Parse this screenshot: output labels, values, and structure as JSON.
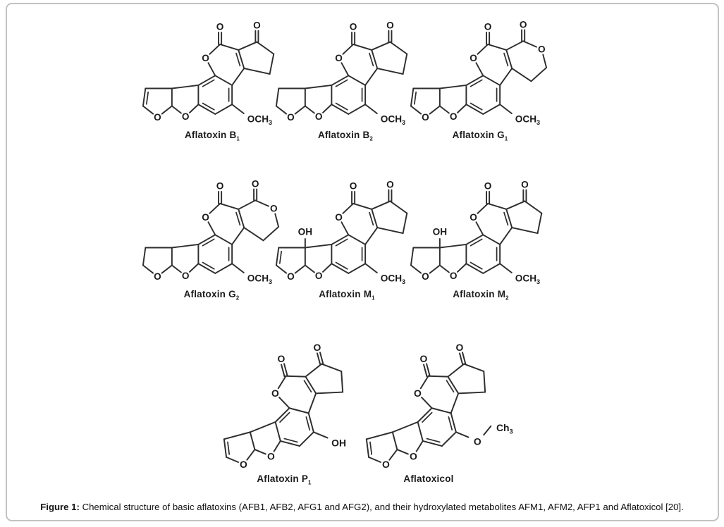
{
  "figure": {
    "caption": {
      "label": "Figure 1:",
      "text": " Chemical structure of basic aflatoxins (AFB1, AFB2, AFG1 and AFG2), and their hydroxylated metabolites AFM1, AFM2, AFP1 and Aflatoxicol [20]."
    }
  },
  "atoms": {
    "oxygen": "O",
    "hydroxyl": "OH",
    "methoxy_base": "OCH",
    "methoxy_sub": "3",
    "methyl_base": "Ch",
    "methyl_sub": "3"
  },
  "colors": {
    "bond": "#2e2e2e",
    "atom_text": "#1a1a1a",
    "border": "#c2c2c2",
    "background": "#ffffff"
  },
  "molecules": [
    {
      "id": "aflatoxin-b1",
      "label_name": "Aflatoxin B",
      "label_sub": "1",
      "right_ring": "cyclopentenone",
      "furan_double_bond": true,
      "junction_oh": false,
      "substituent": "OCH3"
    },
    {
      "id": "aflatoxin-b2",
      "label_name": "Aflatoxin B",
      "label_sub": "2",
      "right_ring": "cyclopentenone",
      "furan_double_bond": false,
      "junction_oh": false,
      "substituent": "OCH3"
    },
    {
      "id": "aflatoxin-g1",
      "label_name": "Aflatoxin G",
      "label_sub": "1",
      "right_ring": "lactone",
      "furan_double_bond": true,
      "junction_oh": false,
      "substituent": "OCH3"
    },
    {
      "id": "aflatoxin-g2",
      "label_name": "Aflatoxin G",
      "label_sub": "2",
      "right_ring": "lactone",
      "furan_double_bond": false,
      "junction_oh": false,
      "substituent": "OCH3"
    },
    {
      "id": "aflatoxin-m1",
      "label_name": "Aflatoxin M",
      "label_sub": "1",
      "right_ring": "cyclopentenone",
      "furan_double_bond": true,
      "junction_oh": true,
      "substituent": "OCH3"
    },
    {
      "id": "aflatoxin-m2",
      "label_name": "Aflatoxin M",
      "label_sub": "2",
      "right_ring": "cyclopentenone",
      "furan_double_bond": false,
      "junction_oh": true,
      "substituent": "OCH3"
    },
    {
      "id": "aflatoxin-p1",
      "label_name": "Aflatoxin P",
      "label_sub": "1",
      "right_ring": "cyclopentenone",
      "furan_double_bond": true,
      "junction_oh": false,
      "substituent": "OH"
    },
    {
      "id": "aflatoxicol",
      "label_name": "Aflatoxicol",
      "label_sub": "",
      "right_ring": "cyclopentenone",
      "furan_double_bond": true,
      "junction_oh": false,
      "substituent": "O-CH3"
    }
  ]
}
